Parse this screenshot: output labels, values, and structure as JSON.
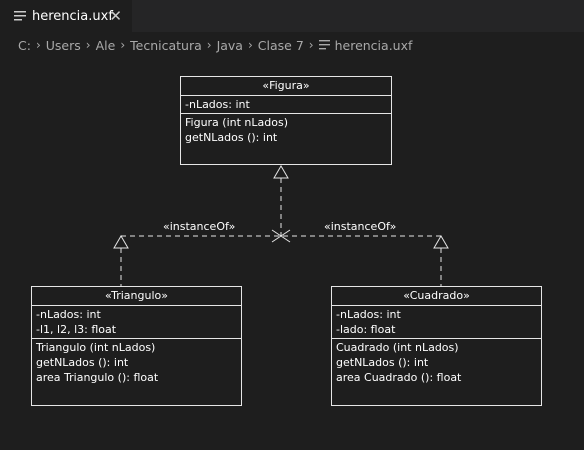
{
  "tab": {
    "label": "herencia.uxf",
    "close_glyph": "✕"
  },
  "breadcrumb": {
    "parts": [
      "C:",
      "Users",
      "Ale",
      "Tecnicatura",
      "Java",
      "Clase 7"
    ],
    "separator": "›",
    "file": "herencia.uxf"
  },
  "diagram": {
    "classes": {
      "figura": {
        "name": "«Figura»",
        "attributes": [
          "-nLados: int"
        ],
        "methods": [
          "Figura (int nLados)",
          "getNLados (): int"
        ]
      },
      "triangulo": {
        "name": "«Triangulo»",
        "attributes": [
          "-nLados: int",
          "-l1, l2, l3: float"
        ],
        "methods": [
          "Triangulo (int nLados)",
          "getNLados (): int",
          "area Triangulo (): float"
        ]
      },
      "cuadrado": {
        "name": "«Cuadrado»",
        "attributes": [
          "-nLados: int",
          "-lado: float"
        ],
        "methods": [
          "Cuadrado (int nLados)",
          "getNLados (): int",
          "area Cuadrado (): float"
        ]
      }
    },
    "relations": {
      "left_label": "«instanceOf»",
      "right_label": "«instanceOf»"
    }
  },
  "colors": {
    "background": "#1e1e1e",
    "tabbar": "#252526",
    "lines": "#e6e6e6"
  }
}
